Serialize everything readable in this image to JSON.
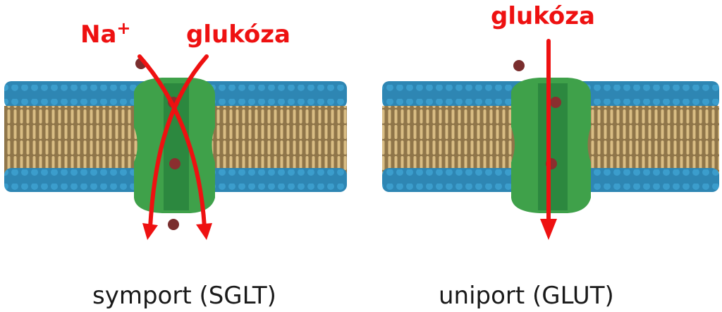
{
  "colors": {
    "arrow": "#ee1111",
    "head_group": "#2e86b3",
    "tail_group": "#a88b5e",
    "protein": "#3fa14a",
    "protein_channel": "#1f6f34",
    "molecule": "#7a2e2e"
  },
  "left_panel": {
    "label_na": "Na",
    "label_na_sup": "+",
    "label_glucose": "glukóza",
    "caption": "symport (SGLT)"
  },
  "right_panel": {
    "label_glucose": "glukóza",
    "caption": "uniport (GLUT)"
  }
}
